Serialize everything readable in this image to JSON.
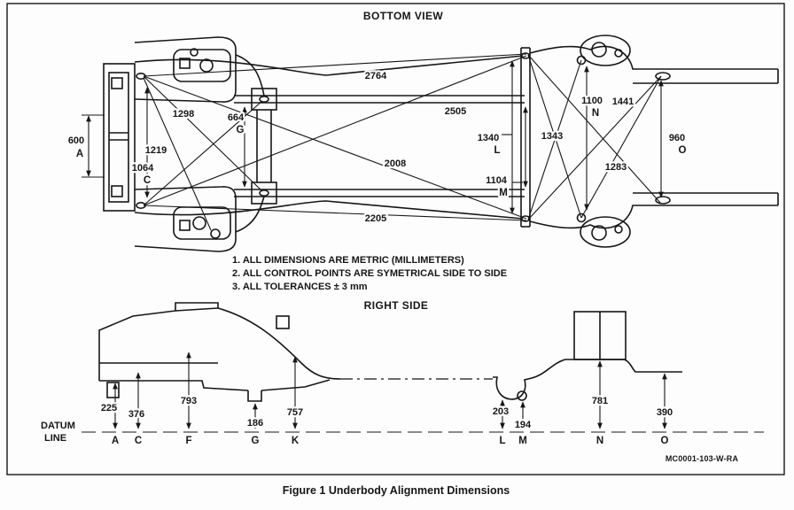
{
  "bottom_view": {
    "title": "BOTTOM VIEW",
    "dims": {
      "d2764": "2764",
      "d2505": "2505",
      "d2008": "2008",
      "d2205": "2205",
      "d1298": "1298",
      "d1219": "1219",
      "d1064": "1064",
      "d600": "600",
      "d664": "664",
      "d1340": "1340",
      "d1104": "1104",
      "d1343": "1343",
      "d1100": "1100",
      "d1441": "1441",
      "d960": "960",
      "d1283": "1283"
    }
  },
  "notes": {
    "items": [
      "1.  ALL DIMENSIONS ARE METRIC (MILLIMETERS)",
      "2.  ALL CONTROL POINTS ARE SYMETRICAL SIDE TO SIDE",
      "3.  ALL TOLERANCES ± 3 mm"
    ]
  },
  "side_view": {
    "title": "RIGHT SIDE",
    "datum_word_1": "DATUM",
    "datum_word_2": "LINE",
    "heights": {
      "a": "225",
      "c": "376",
      "f": "793",
      "g": "186",
      "k": "757",
      "l": "203",
      "m": "194",
      "n": "781",
      "o": "390"
    }
  },
  "control_points": {
    "a": "A",
    "c": "C",
    "f": "F",
    "g": "G",
    "k": "K",
    "l": "L",
    "m": "M",
    "n": "N",
    "o": "O"
  },
  "footer": {
    "doc_code": "MC0001-103-W-RA",
    "caption": "Figure 1 Underbody Alignment Dimensions"
  }
}
